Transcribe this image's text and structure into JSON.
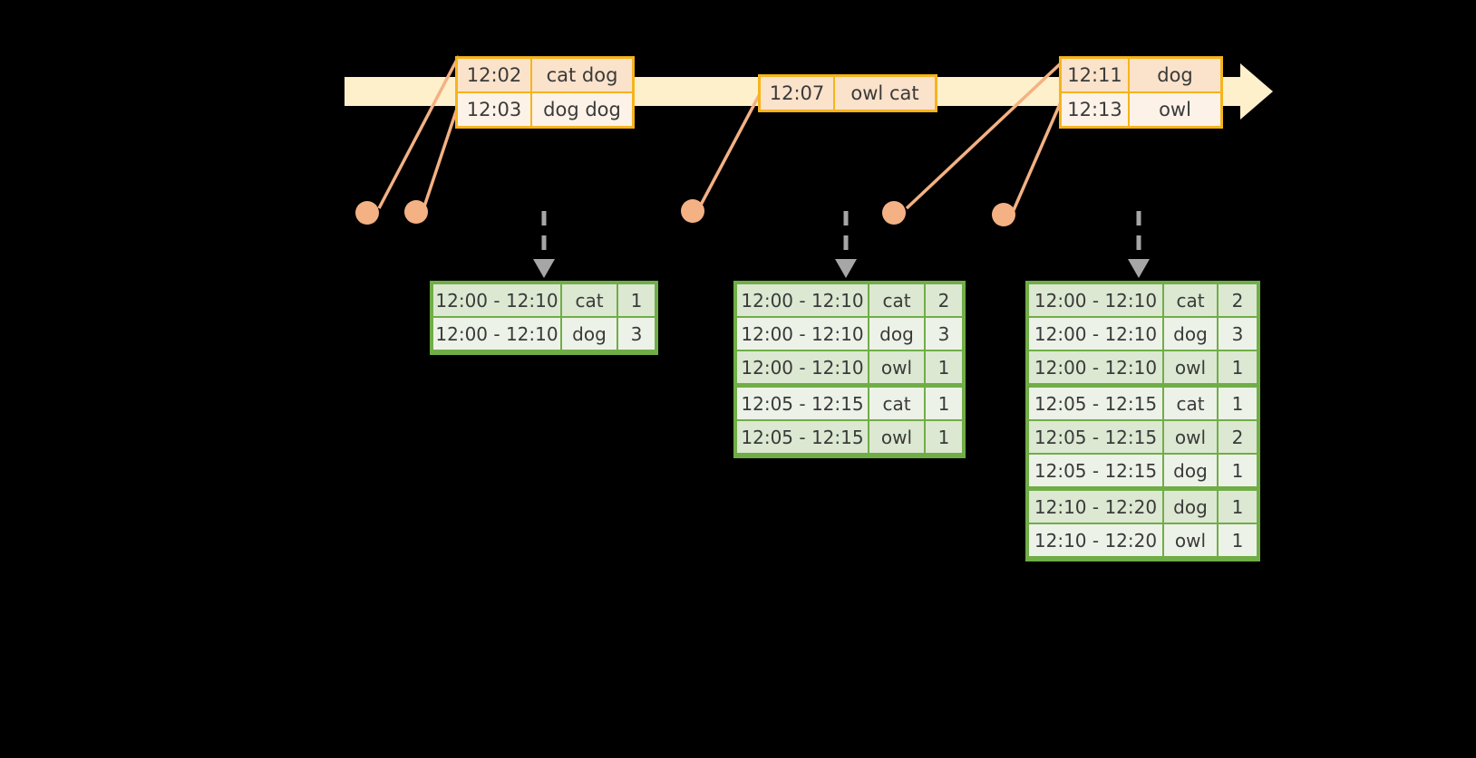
{
  "timeline": {
    "bar_color": "#FDF0CB",
    "border_color": "#F6B41C",
    "event_groups": [
      {
        "id": "g1",
        "rows": [
          {
            "time": "12:02",
            "words": "cat dog"
          },
          {
            "time": "12:03",
            "words": "dog dog"
          }
        ]
      },
      {
        "id": "g2",
        "rows": [
          {
            "time": "12:07",
            "words": "owl cat"
          }
        ]
      },
      {
        "id": "g3",
        "rows": [
          {
            "time": "12:11",
            "words": "dog"
          },
          {
            "time": "12:13",
            "words": "owl"
          }
        ]
      }
    ]
  },
  "dots": {
    "color": "#F4B183",
    "count": 5
  },
  "arrows": {
    "color": "#A6A6A6",
    "style": "dashed",
    "count": 3
  },
  "results": {
    "border_color": "#70AD47",
    "tables": [
      {
        "id": "t1",
        "rows": [
          {
            "window": "12:00 - 12:10",
            "word": "cat",
            "count": "1"
          },
          {
            "window": "12:00 - 12:10",
            "word": "dog",
            "count": "3"
          }
        ],
        "group_breaks": []
      },
      {
        "id": "t2",
        "rows": [
          {
            "window": "12:00 - 12:10",
            "word": "cat",
            "count": "2"
          },
          {
            "window": "12:00 - 12:10",
            "word": "dog",
            "count": "3"
          },
          {
            "window": "12:00 - 12:10",
            "word": "owl",
            "count": "1"
          },
          {
            "window": "12:05 - 12:15",
            "word": "cat",
            "count": "1"
          },
          {
            "window": "12:05 - 12:15",
            "word": "owl",
            "count": "1"
          }
        ],
        "group_breaks": [
          3
        ]
      },
      {
        "id": "t3",
        "rows": [
          {
            "window": "12:00 - 12:10",
            "word": "cat",
            "count": "2"
          },
          {
            "window": "12:00 - 12:10",
            "word": "dog",
            "count": "3"
          },
          {
            "window": "12:00 - 12:10",
            "word": "owl",
            "count": "1"
          },
          {
            "window": "12:05 - 12:15",
            "word": "cat",
            "count": "1"
          },
          {
            "window": "12:05 - 12:15",
            "word": "owl",
            "count": "2"
          },
          {
            "window": "12:05 - 12:15",
            "word": "dog",
            "count": "1"
          },
          {
            "window": "12:10 - 12:20",
            "word": "dog",
            "count": "1"
          },
          {
            "window": "12:10 - 12:20",
            "word": "owl",
            "count": "1"
          }
        ],
        "group_breaks": [
          3,
          6
        ]
      }
    ]
  }
}
